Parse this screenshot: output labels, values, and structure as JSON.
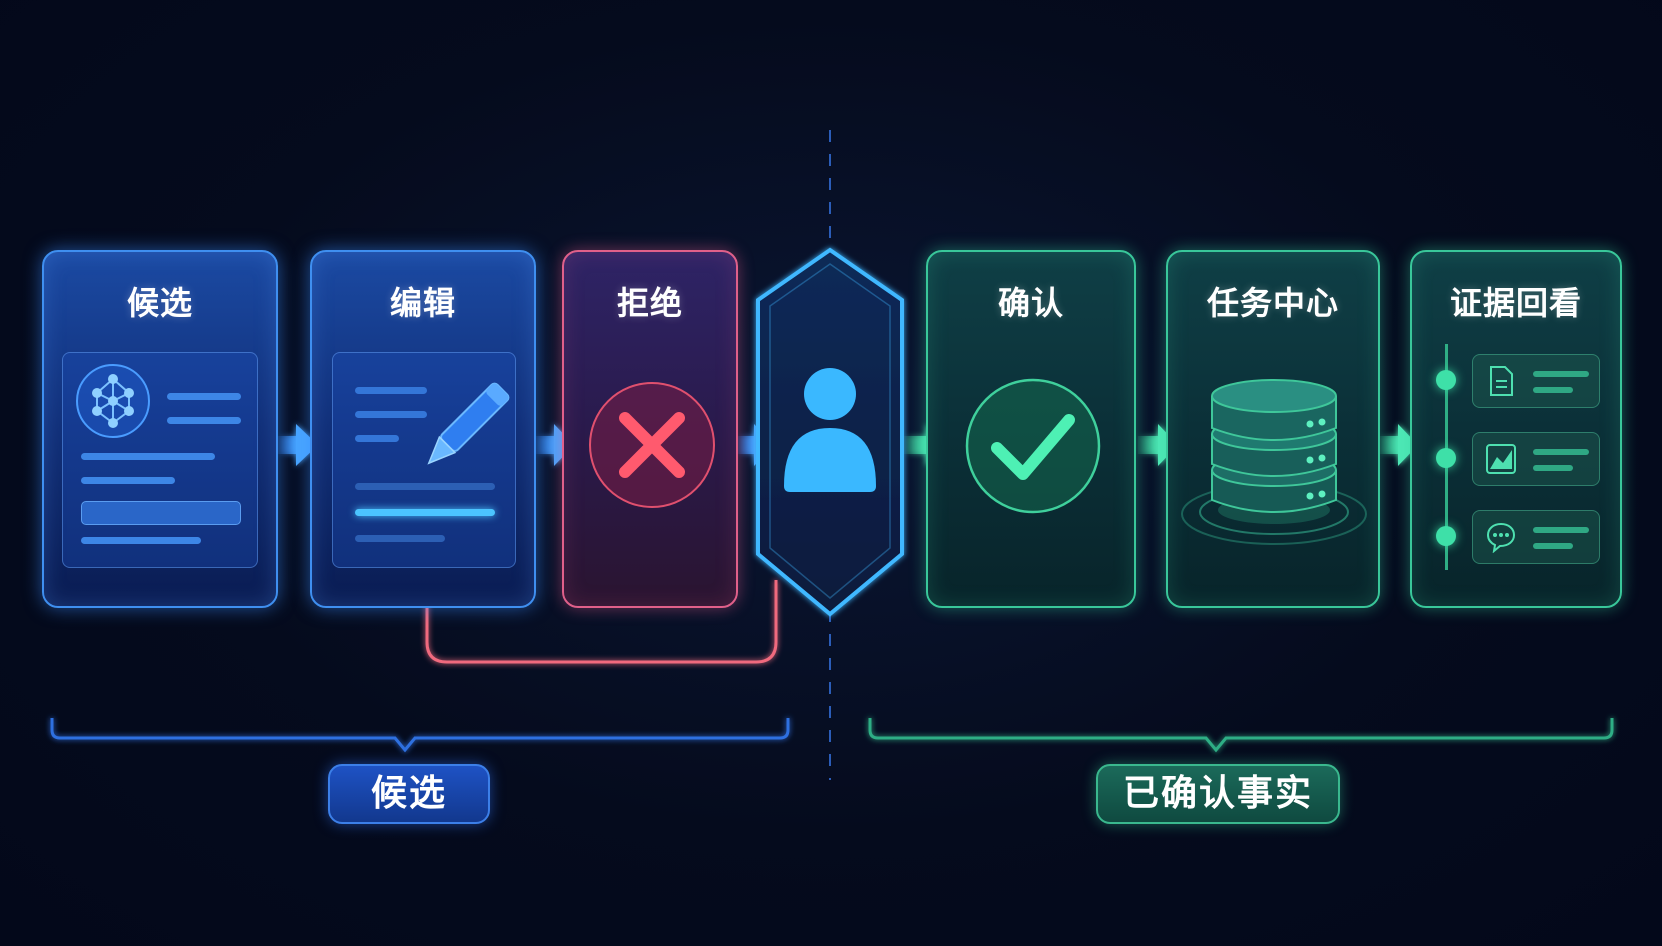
{
  "stages": {
    "candidate": {
      "title": "候选"
    },
    "edit": {
      "title": "编辑"
    },
    "reject": {
      "title": "拒绝"
    },
    "confirm": {
      "title": "确认"
    },
    "task_center": {
      "title": "任务中心"
    },
    "evidence_review": {
      "title": "证据回看"
    }
  },
  "groups": {
    "left": {
      "label": "候选"
    },
    "right": {
      "label": "已确认事实"
    }
  },
  "icons": {
    "candidate": "network-graph-icon",
    "edit": "pencil-icon",
    "reject": "x-mark-icon",
    "gate": "person-icon",
    "confirm": "checkmark-icon",
    "task_center": "database-icon",
    "evidence_review": [
      "document-icon",
      "chart-icon",
      "chat-bubble-icon"
    ]
  },
  "colors": {
    "blue": "#3f8ff0",
    "red": "#e0608a",
    "green": "#39c79a",
    "gate": "#3fb8ff",
    "background": "#050b1d"
  }
}
